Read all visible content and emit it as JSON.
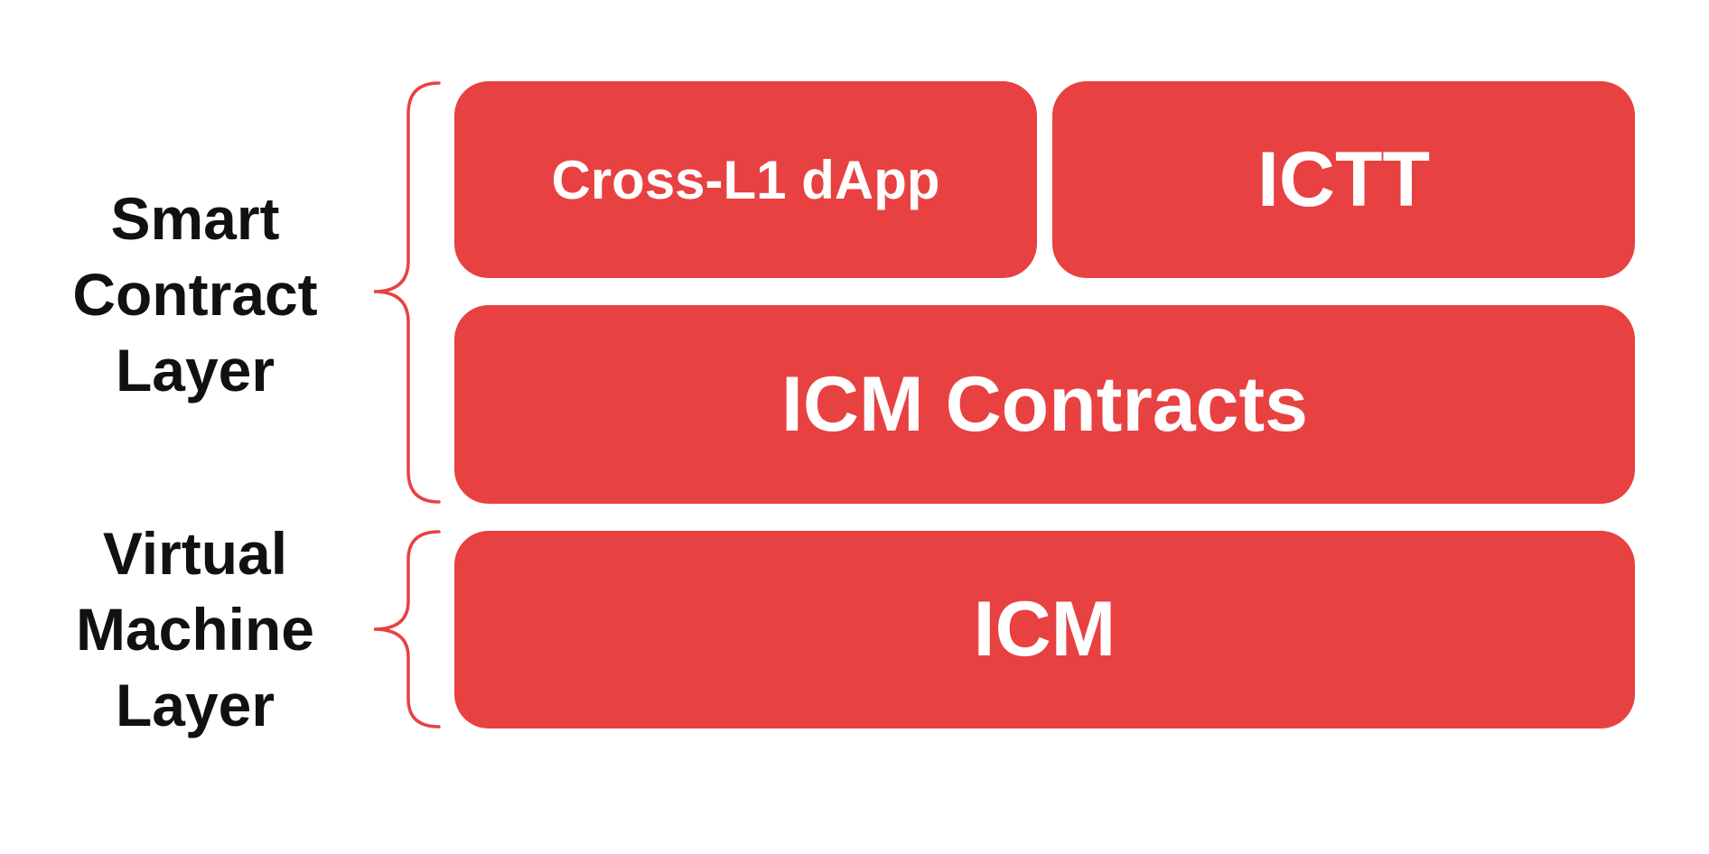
{
  "colors": {
    "background": "#FFFFFF",
    "box_fill": "#E84142",
    "box_text": "#FFFFFF",
    "label_text": "#111111",
    "brace_stroke": "#E84142"
  },
  "labels": {
    "smart_contract_layer": {
      "text": "Smart Contract Layer",
      "lines": [
        "Smart",
        "Contract",
        "Layer"
      ]
    },
    "virtual_machine_layer": {
      "text": "Virtual Machine Layer",
      "lines": [
        "Virtual",
        "Machine",
        "Layer"
      ]
    }
  },
  "boxes": {
    "cross_l1_dapp": {
      "label": "Cross-L1 dApp"
    },
    "ictt": {
      "label": "ICTT"
    },
    "icm_contracts": {
      "label": "ICM Contracts"
    },
    "icm": {
      "label": "ICM"
    }
  }
}
